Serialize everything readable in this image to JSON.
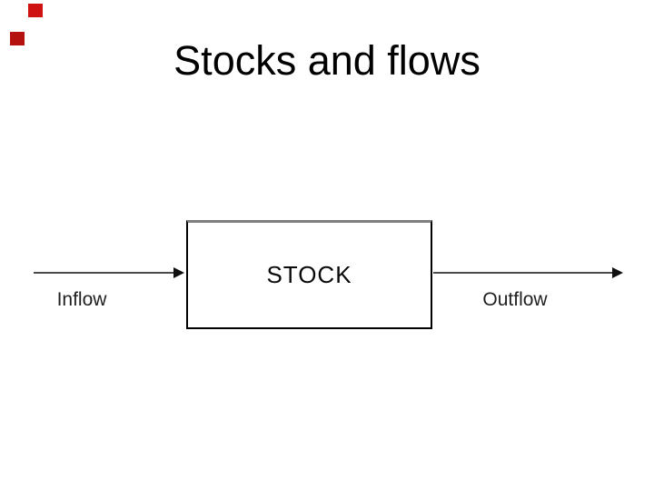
{
  "slide": {
    "title": "Stocks and flows",
    "diagram": {
      "stock_box_label": "STOCK",
      "inflow_label": "Inflow",
      "outflow_label": "Outflow"
    },
    "colors": {
      "background": "#ffffff",
      "title_text": "#000000",
      "label_text": "#1f1f1f",
      "box_border": "#000000",
      "box_top_edge": "#7f7f7f",
      "arrow_line": "#4a4a4a",
      "arrow_head": "#101010",
      "decoration_square_top": "#cf1212",
      "decoration_square_bottom": "#b51111"
    },
    "decorations": [
      {
        "name": "red-square-top"
      },
      {
        "name": "red-square-bottom"
      }
    ]
  }
}
